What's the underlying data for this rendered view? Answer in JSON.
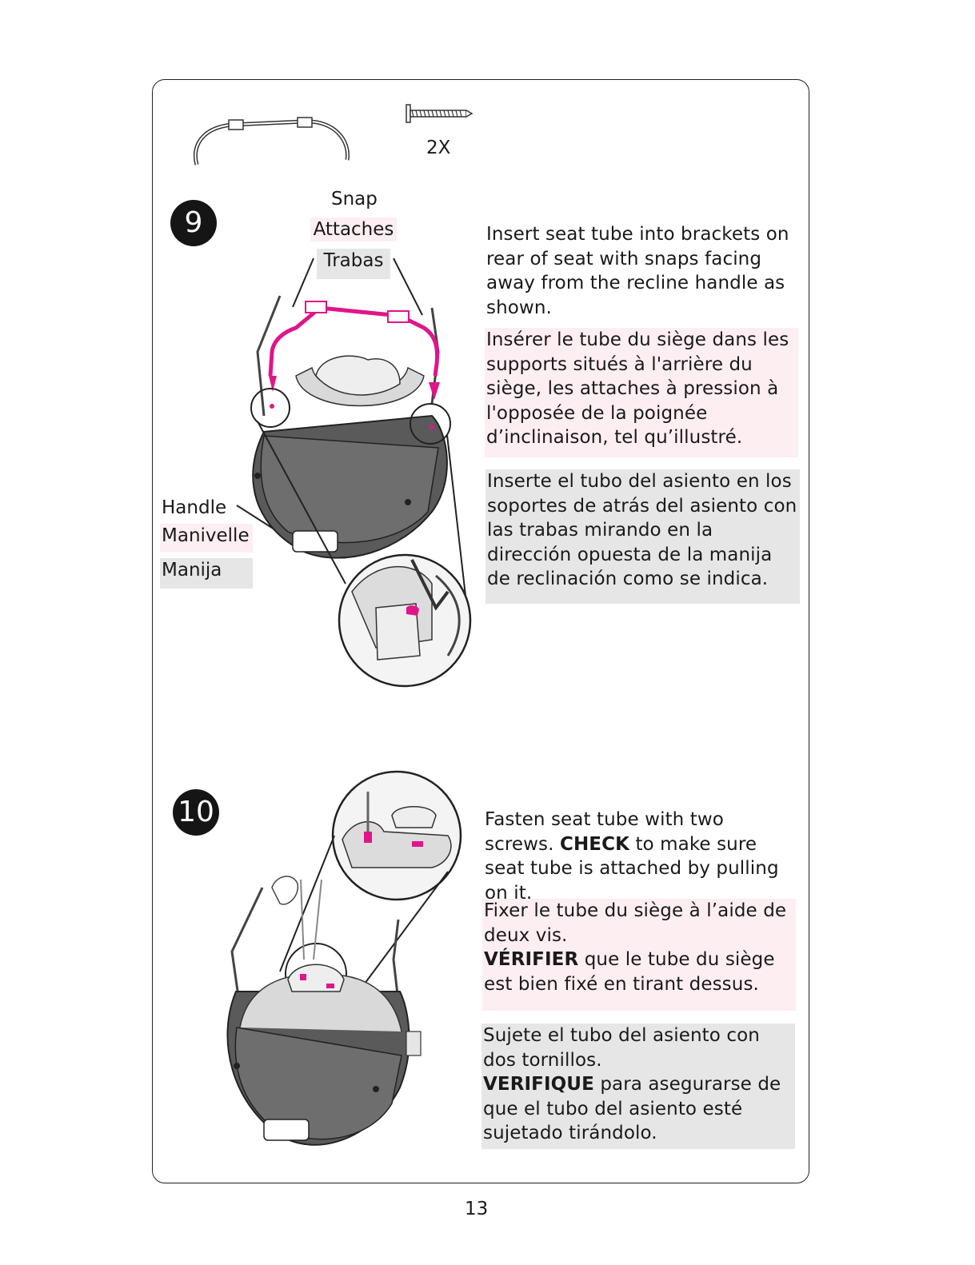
{
  "parts": {
    "screw_quantity": "2X"
  },
  "step9": {
    "number": "9",
    "labels": {
      "snap_en": "Snap",
      "snap_fr": "Attaches",
      "snap_es": "Trabas",
      "handle_en": "Handle",
      "handle_fr": "Manivelle",
      "handle_es": "Manija"
    },
    "text_en": "Insert seat tube into brackets on rear of seat with snaps facing away from the recline handle as shown.",
    "text_fr": "Insérer le tube du siège dans les supports situés à l'arrière du siège, les attaches à pression à l'opposée de la poignée d’inclinaison, tel qu’illustré.",
    "text_es": "Inserte el tubo del asiento en los soportes de atrás del asiento con las trabas mirando en la dirección opuesta de la manija de reclinación como se indica."
  },
  "step10": {
    "number": "10",
    "text_en_1": "Fasten seat tube with two screws.",
    "text_en_bold": "CHECK",
    "text_en_2": "to make sure seat tube is attached by pulling on it.",
    "text_fr_1": "Fixer le tube du siège à l’aide de deux vis.",
    "text_fr_bold": "VÉRIFIER",
    "text_fr_2": "que le tube du siège est bien fixé en tirant dessus.",
    "text_es_1": "Sujete el tubo del asiento con dos tornillos.",
    "text_es_bold": "VERIFIQUE",
    "text_es_2": "para asegurarse de que el tubo del asiento esté sujetado tirándolo."
  },
  "page_number": "13",
  "colors": {
    "accent_magenta": "#e0158a",
    "french_bg": "#fdeef2",
    "spanish_bg": "#e6e6e7"
  },
  "icons": [
    "seat-tube-part-icon",
    "screw-icon",
    "seat-assembly-illustration",
    "zoom-detail-illustration",
    "fasten-screw-illustration"
  ]
}
